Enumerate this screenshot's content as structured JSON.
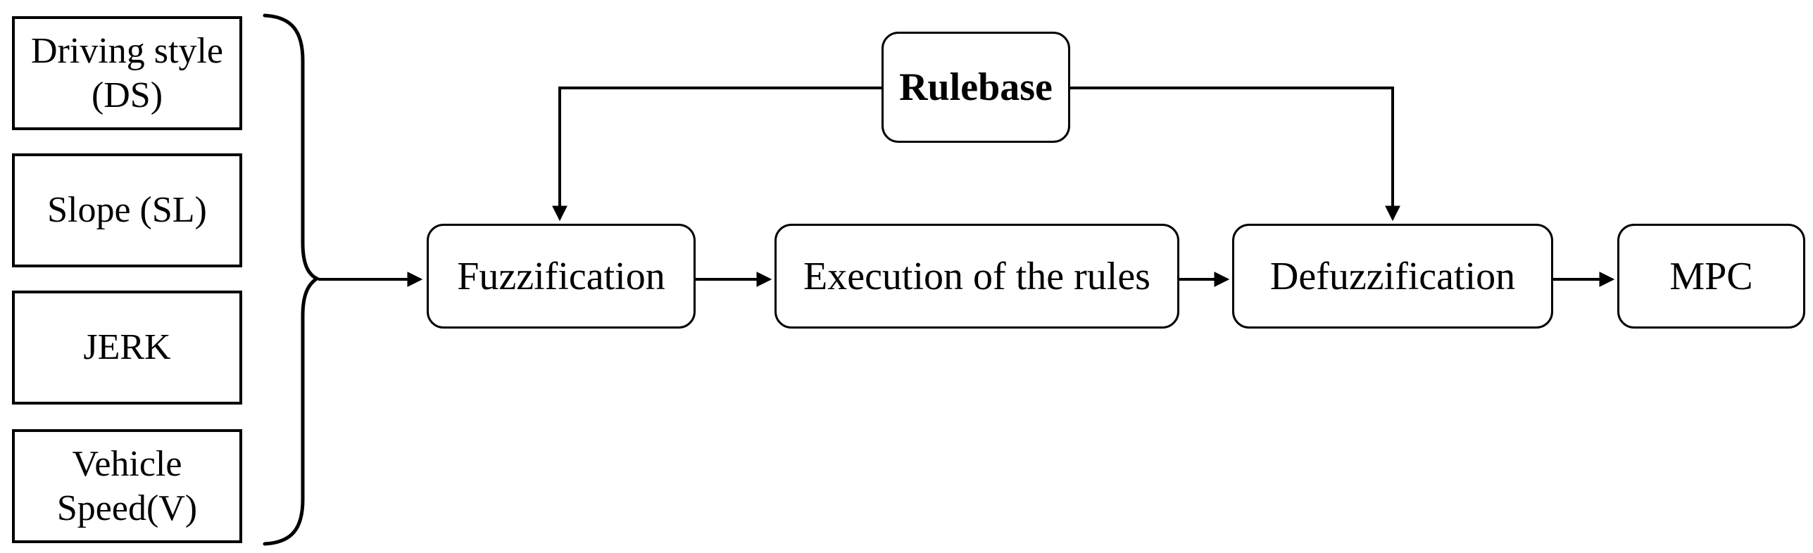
{
  "diagram": {
    "background_color": "#ffffff",
    "line_color": "#000000",
    "inputs": [
      {
        "label": "Driving style (DS)"
      },
      {
        "label": "Slope (SL)"
      },
      {
        "label": "JERK"
      },
      {
        "label": "Vehicle Speed(V)"
      }
    ],
    "rulebase": {
      "label": "Rulebase"
    },
    "pipeline": [
      {
        "label": "Fuzzification"
      },
      {
        "label": "Execution of the rules"
      },
      {
        "label": "Defuzzification"
      },
      {
        "label": "MPC"
      }
    ]
  }
}
